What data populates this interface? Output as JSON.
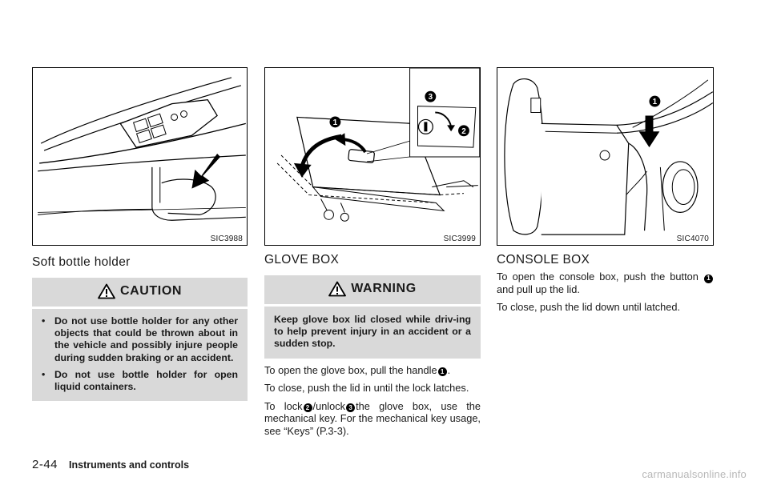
{
  "columns": {
    "left": {
      "figure_code": "SIC3988",
      "heading": "Soft bottle holder",
      "caution": {
        "title": "CAUTION",
        "items": [
          "Do not use bottle holder for any other objects that could be thrown about in the vehicle and possibly injure people during sudden braking or an accident.",
          "Do not use bottle holder for open liquid containers."
        ]
      }
    },
    "middle": {
      "figure_code": "SIC3999",
      "heading": "GLOVE BOX",
      "warning": {
        "title": "WARNING",
        "text": "Keep glove box lid closed while driv-ing to help prevent injury in an accident or a sudden stop."
      },
      "para1_a": "To open the glove box, pull the handle",
      "para1_b": ".",
      "para2": "To close, push the lid in until the lock latches.",
      "para3_a": "To lock",
      "para3_b": "/unlock",
      "para3_c": "the glove box, use the mechanical key. For the mechanical key usage, see “Keys” (P.3-3)."
    },
    "right": {
      "figure_code": "SIC4070",
      "heading": "CONSOLE BOX",
      "para1_a": "To open the console box, push the button",
      "para1_b": "and pull up the lid.",
      "para2": "To close, push the lid down until latched."
    }
  },
  "callouts": [
    "1",
    "2",
    "3"
  ],
  "bullet": "•",
  "footer": {
    "page_number": "2-44",
    "section": "Instruments and controls"
  },
  "watermark": "carmanualsonline.info",
  "icons": {
    "notice": "warning-triangle-icon"
  }
}
